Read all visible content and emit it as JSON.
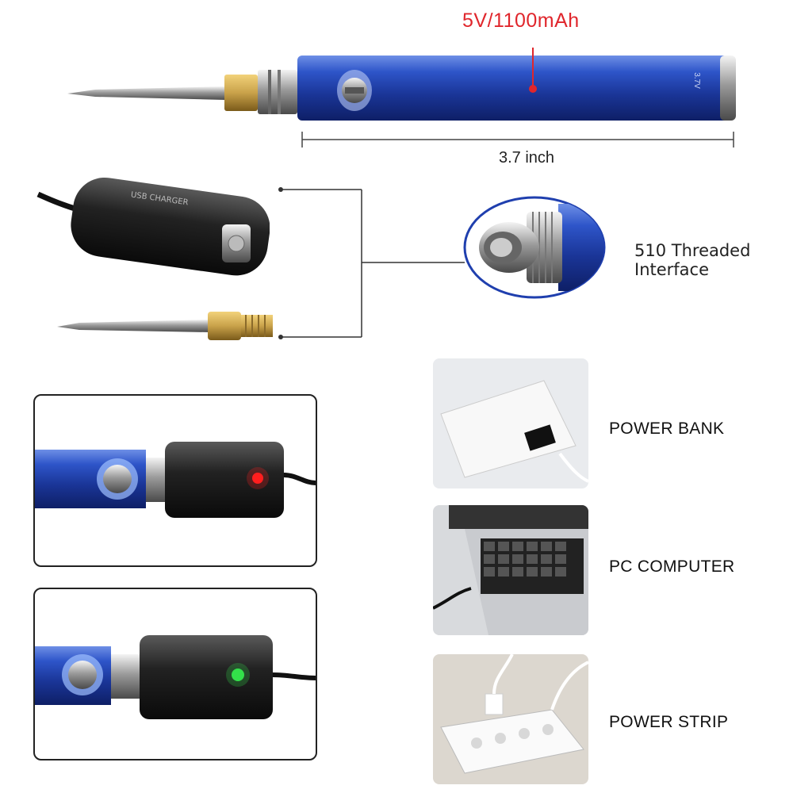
{
  "product": {
    "spec": "5V/1100mAh",
    "length": "3.7 inch",
    "pen_marking": "3.7V"
  },
  "interface": {
    "label_line1": "510 Threaded",
    "label_line2": "Interface"
  },
  "charging_sources": [
    {
      "label": "POWER BANK"
    },
    {
      "label": "PC COMPUTER"
    },
    {
      "label": "POWER STRIP"
    }
  ],
  "charging_status": [
    {
      "led": "red",
      "color": "#ff1e1e"
    },
    {
      "led": "green",
      "color": "#33e04a"
    }
  ],
  "colors": {
    "accent": "#e0262c",
    "pen_blue": "#1f3fae",
    "brass": "#c9a24a"
  }
}
